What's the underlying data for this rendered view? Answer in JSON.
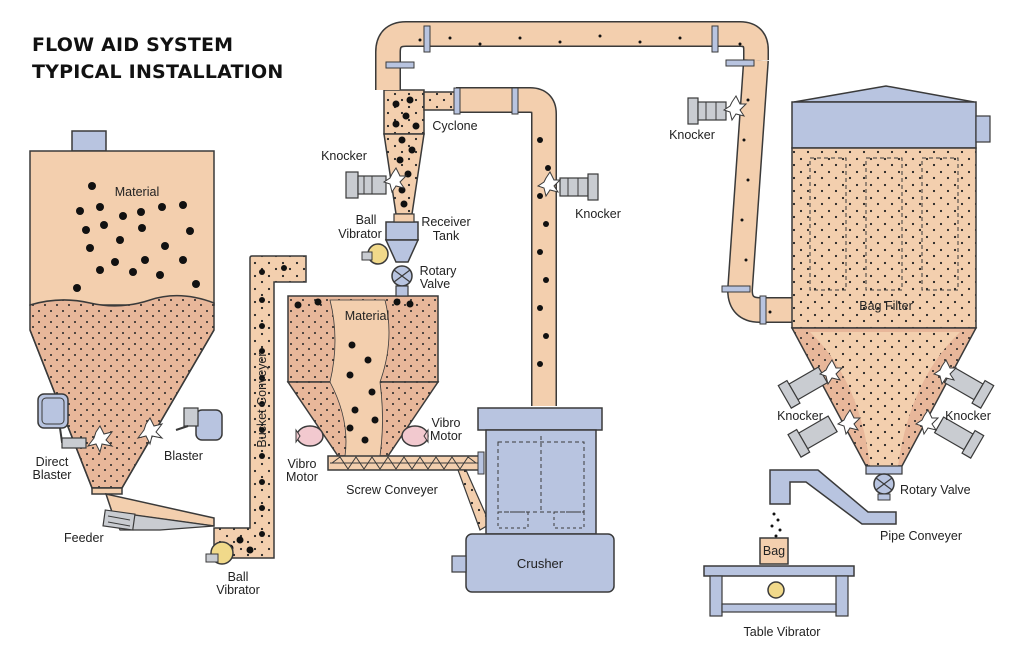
{
  "title": {
    "line1": "FLOW AID SYSTEM",
    "line2": "TYPICAL INSTALLATION"
  },
  "labels": {
    "material_silo": "Material",
    "direct_blaster_1": "Direct",
    "direct_blaster_2": "Blaster",
    "blaster": "Blaster",
    "feeder": "Feeder",
    "ball_vibrator_bottom_1": "Ball",
    "ball_vibrator_bottom_2": "Vibrator",
    "bucket_conveyer": "Bucket Conveyer",
    "knocker_cyclone": "Knocker",
    "ball_vibrator_top_1": "Ball",
    "ball_vibrator_top_2": "Vibrator",
    "receiver_tank_1": "Receiver",
    "receiver_tank_2": "Tank",
    "cyclone": "Cyclone",
    "rotary_valve_mid_1": "Rotary",
    "rotary_valve_mid_2": "Valve",
    "material_hopper": "Material",
    "vibro_motor_left_1": "Vibro",
    "vibro_motor_left_2": "Motor",
    "vibro_motor_right_1": "Vibro",
    "vibro_motor_right_2": "Motor",
    "screw_conveyer": "Screw Conveyer",
    "knocker_pipe": "Knocker",
    "crusher": "Crusher",
    "knocker_top": "Knocker",
    "bag_filter": "Bag Filter",
    "knocker_left": "Knocker",
    "knocker_right": "Knocker",
    "rotary_valve_right": "Rotary Valve",
    "pipe_conveyer": "Pipe Conveyer",
    "bag": "Bag",
    "table_vibrator": "Table Vibrator"
  },
  "colors": {
    "material": "#f3cfae",
    "material_dark": "#e8b79a",
    "equipment": "#b8c4e0",
    "outline": "#3a3a3a",
    "device": "#c9ccd1",
    "ball_vibrator": "#f1d98a",
    "vibro_motor": "#f2c9cf"
  }
}
